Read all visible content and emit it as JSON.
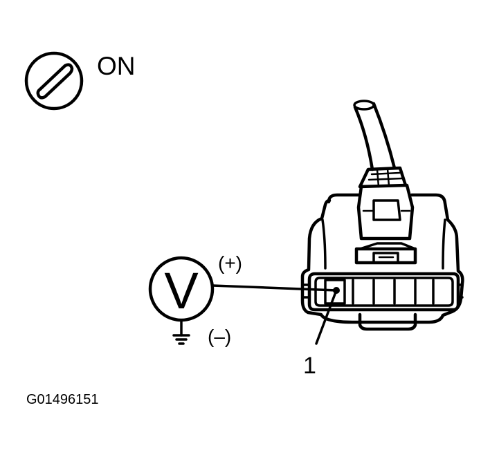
{
  "ignition": {
    "state": "ON",
    "icon": "ignition-key-icon"
  },
  "meter": {
    "symbol": "V",
    "plus_label": "(+)",
    "minus_label": "(–)",
    "icon": "voltmeter-icon",
    "ground_icon": "ground-icon"
  },
  "connector": {
    "pin_label": "1",
    "icon": "connector-icon"
  },
  "figure": {
    "code": "G01496151"
  }
}
